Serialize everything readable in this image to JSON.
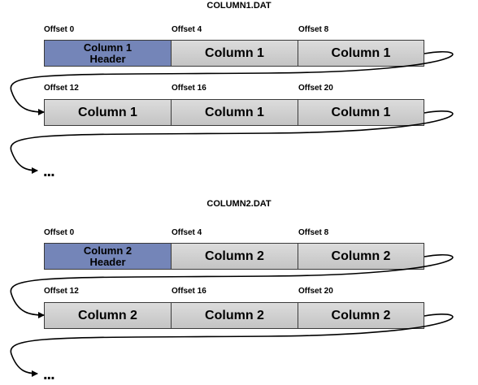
{
  "files": [
    {
      "title": "COLUMN1.DAT",
      "rows": [
        {
          "cells": [
            {
              "offset": "Offset 0",
              "label_lines": [
                "Column 1",
                "Header"
              ],
              "kind": "header"
            },
            {
              "offset": "Offset 4",
              "label_lines": [
                "Column 1"
              ],
              "kind": "column"
            },
            {
              "offset": "Offset 8",
              "label_lines": [
                "Column 1"
              ],
              "kind": "column"
            }
          ]
        },
        {
          "cells": [
            {
              "offset": "Offset 12",
              "label_lines": [
                "Column 1"
              ],
              "kind": "column"
            },
            {
              "offset": "Offset 16",
              "label_lines": [
                "Column 1"
              ],
              "kind": "column"
            },
            {
              "offset": "Offset 20",
              "label_lines": [
                "Column 1"
              ],
              "kind": "column"
            }
          ]
        }
      ],
      "continuation": "..."
    },
    {
      "title": "COLUMN2.DAT",
      "rows": [
        {
          "cells": [
            {
              "offset": "Offset 0",
              "label_lines": [
                "Column 2",
                "Header"
              ],
              "kind": "header"
            },
            {
              "offset": "Offset 4",
              "label_lines": [
                "Column 2"
              ],
              "kind": "column"
            },
            {
              "offset": "Offset 8",
              "label_lines": [
                "Column 2"
              ],
              "kind": "column"
            }
          ]
        },
        {
          "cells": [
            {
              "offset": "Offset 12",
              "label_lines": [
                "Column 2"
              ],
              "kind": "column"
            },
            {
              "offset": "Offset 16",
              "label_lines": [
                "Column 2"
              ],
              "kind": "column"
            },
            {
              "offset": "Offset 20",
              "label_lines": [
                "Column 2"
              ],
              "kind": "column"
            }
          ]
        }
      ],
      "continuation": "..."
    }
  ],
  "colors": {
    "header_fill": "#7485b8",
    "column_fill": "#cfcfcf",
    "border": "#3a3a3a",
    "connector": "#000000"
  }
}
